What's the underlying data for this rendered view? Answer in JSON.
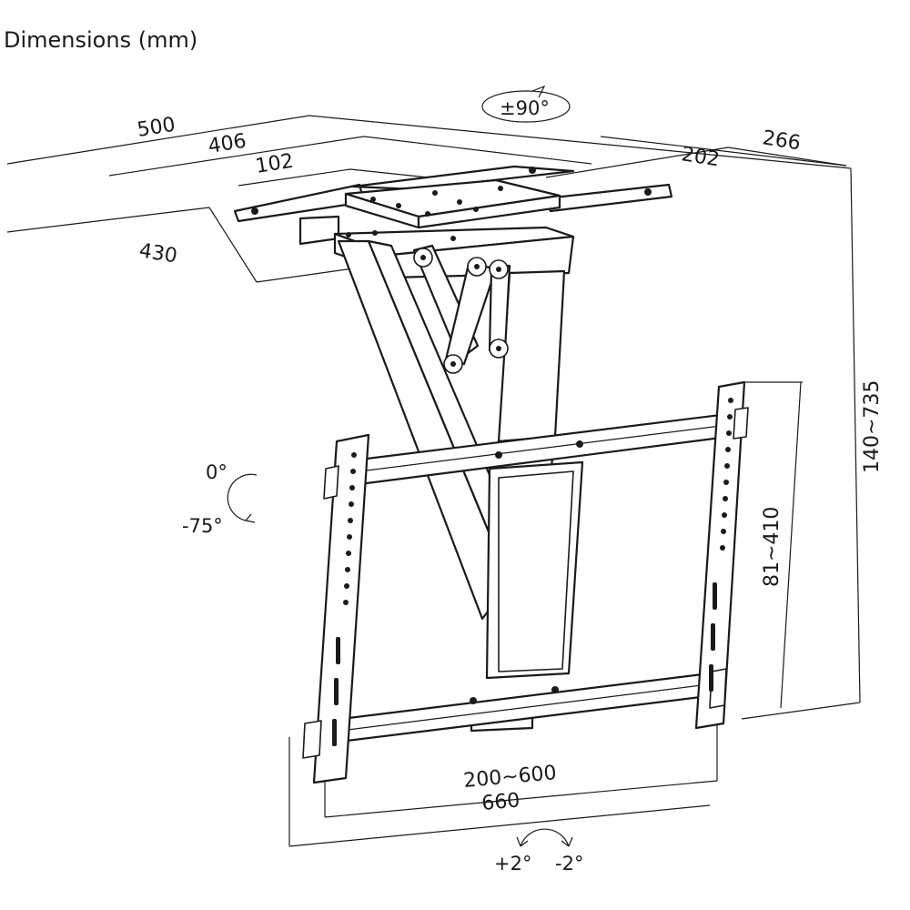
{
  "title": "Dimensions (mm)",
  "dimensions": {
    "d500": "500",
    "d406": "406",
    "d102": "102",
    "d202": "202",
    "d266": "266",
    "d430": "430",
    "d140_735": "140~735",
    "d81_410": "81~410",
    "d200_600": "200~600",
    "d660": "660"
  },
  "angles": {
    "swivel": "±90°",
    "tilt_top": "0°",
    "tilt_bottom": "-75°",
    "level_left": "+2°",
    "level_right": "-2°"
  }
}
